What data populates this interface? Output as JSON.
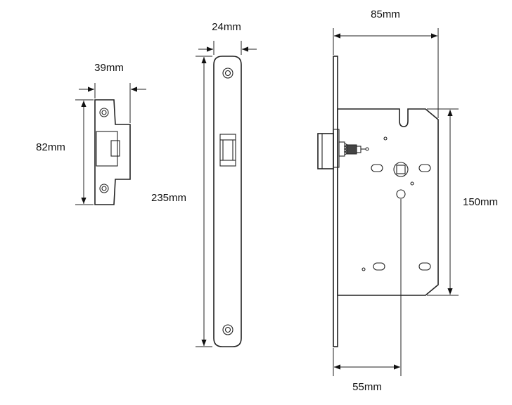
{
  "strike_plate": {
    "width_label": "39mm",
    "height_label": "82mm"
  },
  "forend": {
    "width_label": "24mm",
    "height_label": "235mm"
  },
  "lock_case": {
    "width_label": "85mm",
    "height_label": "150mm",
    "backset_label": "55mm"
  }
}
